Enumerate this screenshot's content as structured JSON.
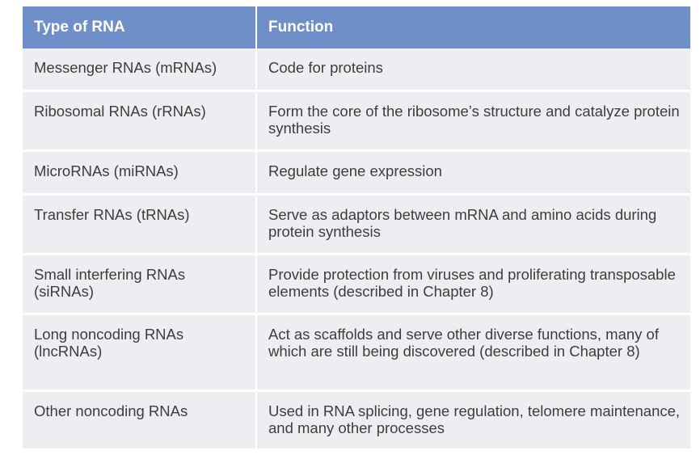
{
  "table": {
    "headers": [
      "Type of RNA",
      "Function"
    ],
    "rows": [
      {
        "type": "Messenger RNAs (mRNAs)",
        "function": "Code for proteins"
      },
      {
        "type": "Ribosomal RNAs (rRNAs)",
        "function": "Form the core of the ribosome’s structure and catalyze protein synthesis"
      },
      {
        "type": "MicroRNAs (miRNAs)",
        "function": "Regulate gene expression"
      },
      {
        "type": "Transfer RNAs (tRNAs)",
        "function": "Serve as adaptors between mRNA and amino acids during protein synthesis"
      },
      {
        "type": "Small interfering RNAs (siRNAs)",
        "function": "Provide protection from viruses and proliferating transposable elements (described in Chapter 8)"
      },
      {
        "type": "Long noncoding RNAs (lncRNAs)",
        "function": "Act as scaffolds and serve other diverse functions, many of which are still being discovered (described in Chapter 8)"
      },
      {
        "type": "Other noncoding RNAs",
        "function": "Used in RNA splicing, gene regulation, telomere maintenance, and many other processes"
      }
    ]
  },
  "colors": {
    "header_bg": "#6f8fc8",
    "header_text": "#ffffff",
    "row_bg": "#eceef2",
    "body_text": "#3d3d3d"
  }
}
